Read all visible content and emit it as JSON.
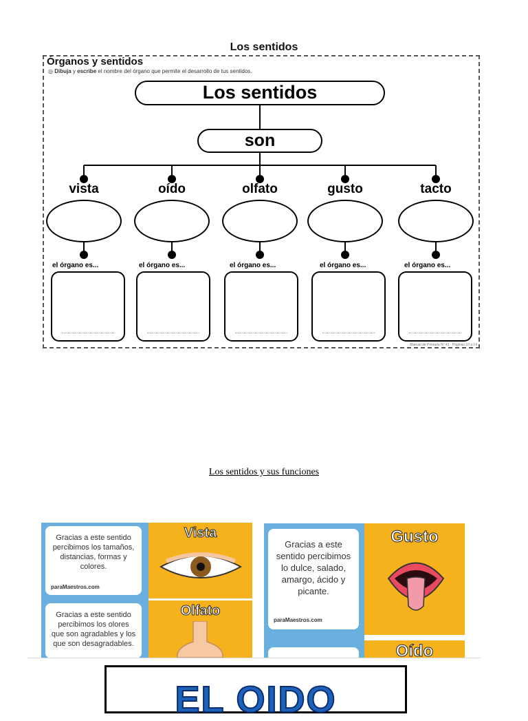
{
  "worksheet": {
    "title": "Los sentidos",
    "subtitle": "Órganos y sentidos",
    "instruction_bold1": "Dibuja",
    "instruction_mid": "y",
    "instruction_bold2": "escribe",
    "instruction_rest": "el nombre del órgano que permite el desarrollo de tus sentidos.",
    "main_concept": "Los sentidos",
    "connector": "son",
    "senses": [
      "vista",
      "oído",
      "olfato",
      "gusto",
      "tacto"
    ],
    "organ_prompt": "el órgano es...",
    "footer": "Manual de Primaria Nº 41 · Páginas 10 a 14"
  },
  "functions": {
    "title": "Los sentidos y sus funciones",
    "cards": {
      "vista": {
        "head": "Vista",
        "text": "Gracias a este sentido percibimos los tamaños, distancias, formas y colores."
      },
      "olfato": {
        "head": "Olfato",
        "text": "Gracias a este sentido percibimos los olores que son agradables y los que son desagradables."
      },
      "gusto": {
        "head": "Gusto",
        "text": "Gracias a este sentido percibimos lo dulce, salado, amargo, ácido y picante."
      },
      "oido": {
        "head": "Oído"
      }
    },
    "logo": "paraMaestros.com"
  },
  "banner": {
    "title": "EL OIDO"
  }
}
